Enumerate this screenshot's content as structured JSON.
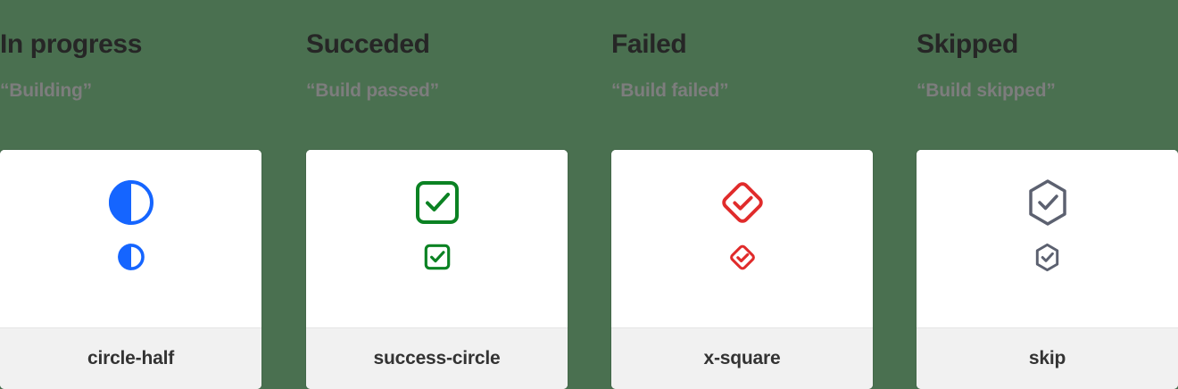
{
  "page": {
    "background_color": "#4a7050"
  },
  "columns": [
    {
      "heading": "In progress",
      "subheading": "“Building”",
      "card": {
        "label": "circle-half",
        "icon_name": "circle-half-icon",
        "icon_color": "#1565ff",
        "footer_bg": "#f1f1f1"
      }
    },
    {
      "heading": "Succeded",
      "subheading": "“Build passed”",
      "card": {
        "label": "success-circle",
        "icon_name": "check-square-icon",
        "icon_color": "#0b8223",
        "footer_bg": "#f1f1f1"
      }
    },
    {
      "heading": "Failed",
      "subheading": "“Build failed”",
      "card": {
        "label": "x-square",
        "icon_name": "check-diamond-icon",
        "icon_color": "#e02b2b",
        "footer_bg": "#f1f1f1"
      }
    },
    {
      "heading": "Skipped",
      "subheading": "“Build skipped”",
      "card": {
        "label": "skip",
        "icon_name": "check-hexagon-icon",
        "icon_color": "#5c6170",
        "footer_bg": "#f1f1f1"
      }
    }
  ]
}
